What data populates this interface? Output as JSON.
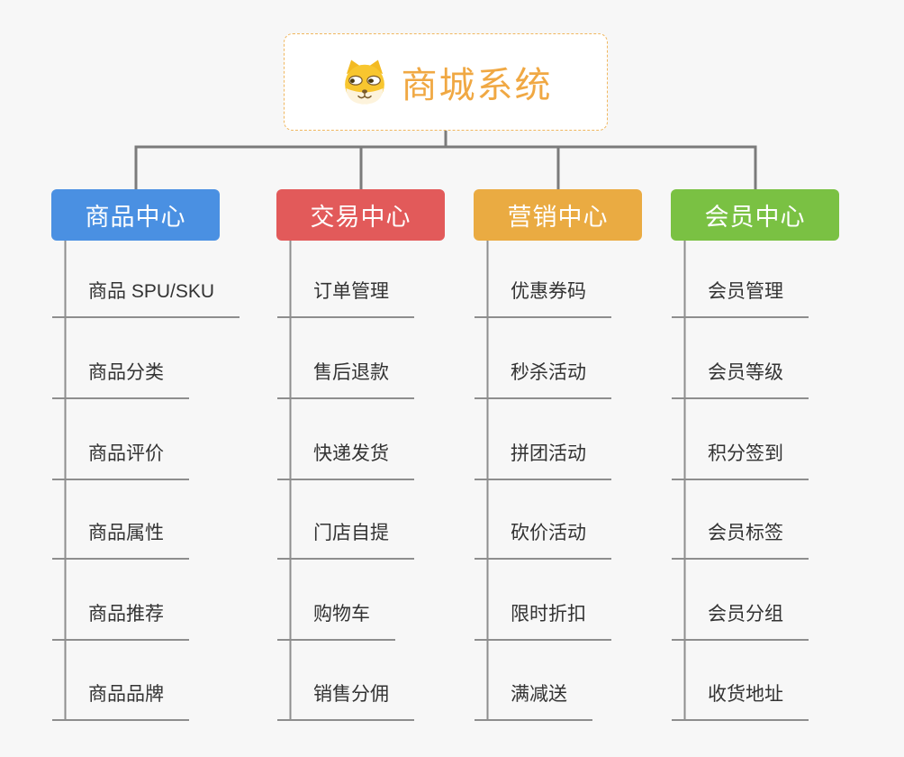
{
  "background": "#f7f7f7",
  "connector_color": "#7b7b7b",
  "spine_color": "#8e8e8e",
  "root": {
    "title": "商城系统",
    "icon": "shiba-dog-icon",
    "title_color": "#f0a843",
    "border_color": "#f0b75f"
  },
  "branches": [
    {
      "label": "商品中心",
      "color": "#4a90e2",
      "items": [
        "商品 SPU/SKU",
        "商品分类",
        "商品评价",
        "商品属性",
        "商品推荐",
        "商品品牌"
      ]
    },
    {
      "label": "交易中心",
      "color": "#e25a5a",
      "items": [
        "订单管理",
        "售后退款",
        "快递发货",
        "门店自提",
        "购物车",
        "销售分佣"
      ]
    },
    {
      "label": "营销中心",
      "color": "#eaab42",
      "items": [
        "优惠券码",
        "秒杀活动",
        "拼团活动",
        "砍价活动",
        "限时折扣",
        "满减送"
      ]
    },
    {
      "label": "会员中心",
      "color": "#7ac143",
      "items": [
        "会员管理",
        "会员等级",
        "积分签到",
        "会员标签",
        "会员分组",
        "收货地址"
      ]
    }
  ]
}
